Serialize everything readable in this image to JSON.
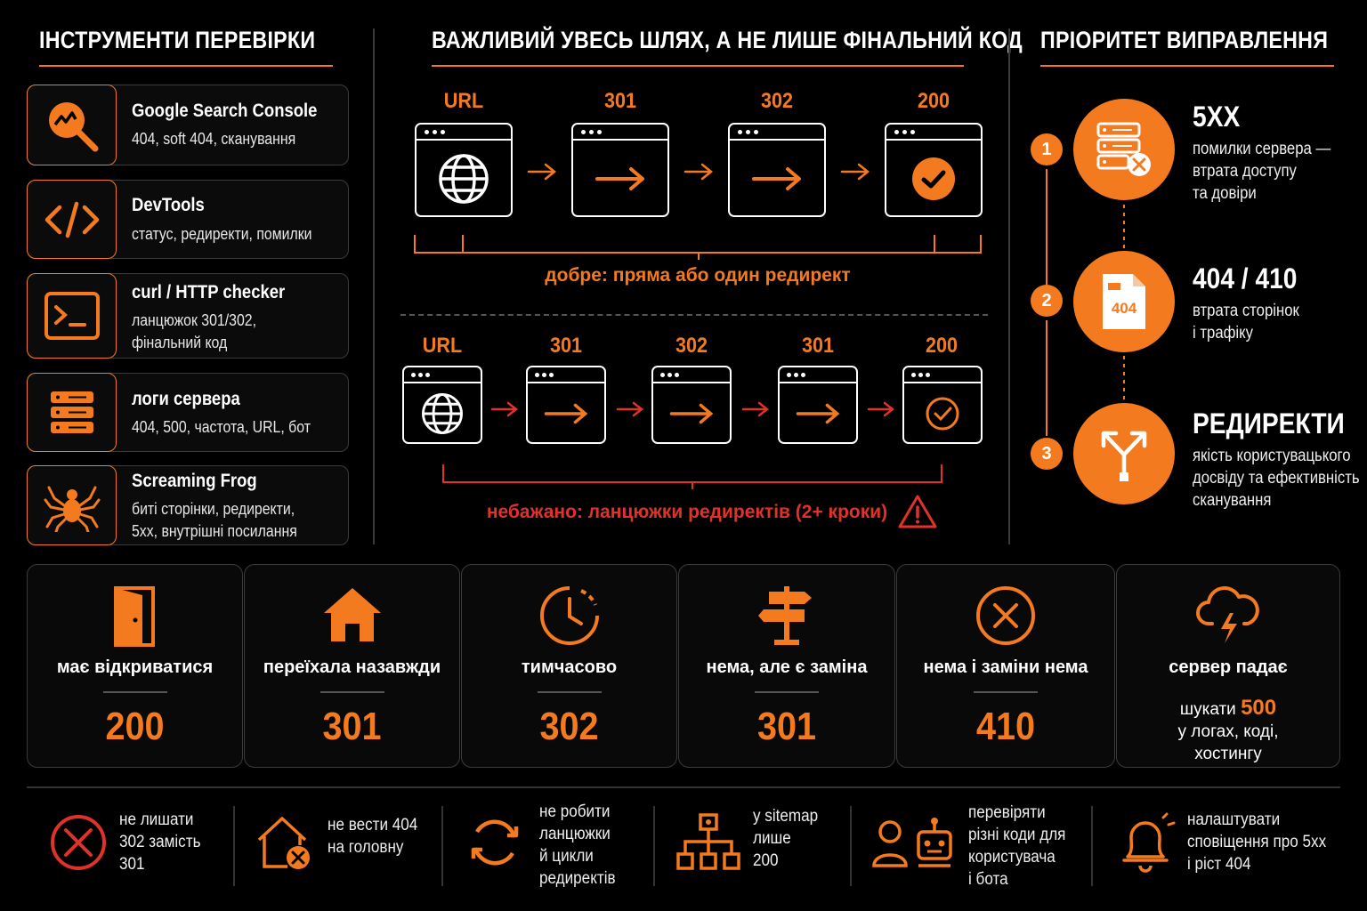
{
  "left": {
    "title": "Інструменти перевірки",
    "tools": [
      {
        "name": "Google Search Console",
        "desc": "404, soft 404, сканування",
        "icon": "search-console-icon"
      },
      {
        "name": "DevTools",
        "desc": "статус, редиректи, помилки",
        "icon": "code-icon"
      },
      {
        "name": "curl / HTTP checker",
        "desc": "ланцюжок 301/302,\nфінальний код",
        "icon": "terminal-icon"
      },
      {
        "name": "логи сервера",
        "desc": "404, 500, частота, URL, бот",
        "icon": "server-icon"
      },
      {
        "name": "Screaming Frog",
        "desc": "биті сторінки, редиректи,\n5xx, внутрішні посилання",
        "icon": "spider-icon"
      }
    ]
  },
  "center": {
    "title": "Важливий увесь шлях, а не лише фінальний код",
    "good": {
      "steps": [
        "URL",
        "301",
        "302",
        "200"
      ],
      "caption": "добре: пряма або один редирект"
    },
    "bad": {
      "steps": [
        "URL",
        "301",
        "302",
        "301",
        "200"
      ],
      "caption": "небажано: ланцюжки редиректів (2+ кроки)"
    }
  },
  "right": {
    "title": "Пріоритет виправлення",
    "items": [
      {
        "num": "1",
        "title": "5XX",
        "desc": "помилки сервера —\nвтрата доступу\nта довіри"
      },
      {
        "num": "2",
        "title": "404 / 410",
        "desc": "втрата сторінок\nі трафіку"
      },
      {
        "num": "3",
        "title": "РЕДИРЕКТИ",
        "desc": "якість користувацького\nдосвіду та ефективність\nсканування"
      }
    ]
  },
  "cards": [
    {
      "label": "має відкриватися",
      "code": "200",
      "icon": "door-icon"
    },
    {
      "label": "переїхала назавжди",
      "code": "301",
      "icon": "home-icon"
    },
    {
      "label": "тимчасово",
      "code": "302",
      "icon": "clock-icon"
    },
    {
      "label": "нема, але є заміна",
      "code": "301",
      "icon": "signpost-icon"
    },
    {
      "label": "нема і заміни нема",
      "code": "410",
      "icon": "x-circle-icon"
    },
    {
      "label": "сервер падає",
      "note_pre": "шукати ",
      "note_code": "500",
      "note_post": "у логах, коді,\nхостингу",
      "icon": "storm-cloud-icon"
    }
  ],
  "tips": [
    {
      "text": "не лишати\n302 замість\n301",
      "icon": "no-circle-icon"
    },
    {
      "text": "не вести 404\nна головну",
      "icon": "home-x-icon"
    },
    {
      "text": "не робити\nланцюжки\nй цикли\nредиректів",
      "icon": "loop-icon"
    },
    {
      "text": "у sitemap\nлише\n200",
      "icon": "sitemap-icon"
    },
    {
      "text": "перевіряти\nрізні коди для\nкористувача\nі бота",
      "icon": "user-bot-icon"
    },
    {
      "text": "налаштувати\nсповіщення про 5xx\nі ріст 404",
      "icon": "bell-icon"
    }
  ],
  "colors": {
    "accent": "#f47a1f",
    "danger": "#e0322a",
    "background": "#000000"
  }
}
